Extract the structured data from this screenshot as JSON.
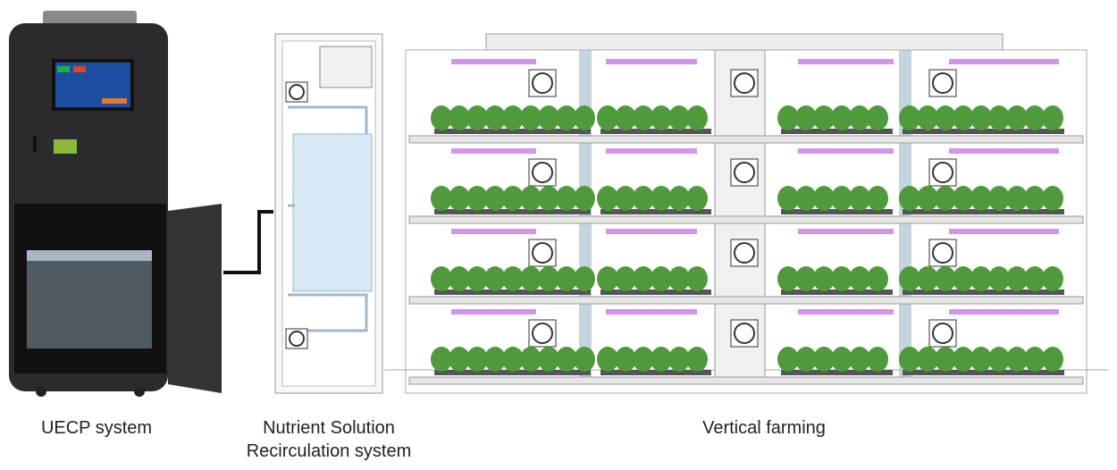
{
  "labels": {
    "uecp": "UECP system",
    "nutrient_line1": "Nutrient Solution",
    "nutrient_line2": "Recirculation system",
    "vertical": "Vertical farming"
  },
  "colors": {
    "machine": "#2b2b2d",
    "screen": "#1c4fa0",
    "pipe": "#9fb9cc",
    "grow_light": "#c879e6",
    "plant": "#4f9a3a",
    "shelf": "#e6e6e6"
  }
}
